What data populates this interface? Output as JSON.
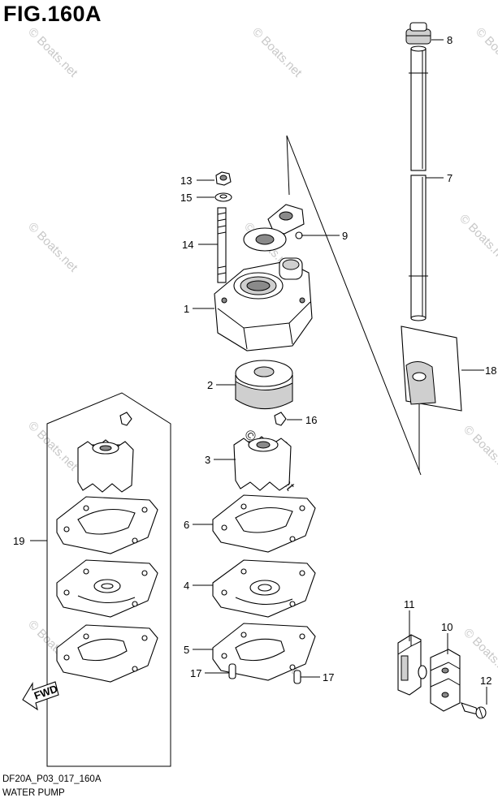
{
  "figure": {
    "title": "FIG.160A",
    "code": "DF20A_P03_017_160A",
    "name": "WATER PUMP"
  },
  "watermark": "© Boats.net",
  "fwd_label": "FWD",
  "callouts": [
    {
      "id": "c1",
      "label": "1"
    },
    {
      "id": "c2",
      "label": "2"
    },
    {
      "id": "c3",
      "label": "3"
    },
    {
      "id": "c4",
      "label": "4"
    },
    {
      "id": "c5",
      "label": "5"
    },
    {
      "id": "c6",
      "label": "6"
    },
    {
      "id": "c7",
      "label": "7"
    },
    {
      "id": "c8",
      "label": "8"
    },
    {
      "id": "c9",
      "label": "9"
    },
    {
      "id": "c10",
      "label": "10"
    },
    {
      "id": "c11",
      "label": "11"
    },
    {
      "id": "c12",
      "label": "12"
    },
    {
      "id": "c13",
      "label": "13"
    },
    {
      "id": "c14",
      "label": "14"
    },
    {
      "id": "c15",
      "label": "15"
    },
    {
      "id": "c16",
      "label": "16"
    },
    {
      "id": "c17a",
      "label": "17"
    },
    {
      "id": "c17b",
      "label": "17"
    },
    {
      "id": "c18",
      "label": "18"
    },
    {
      "id": "c19",
      "label": "19"
    }
  ]
}
